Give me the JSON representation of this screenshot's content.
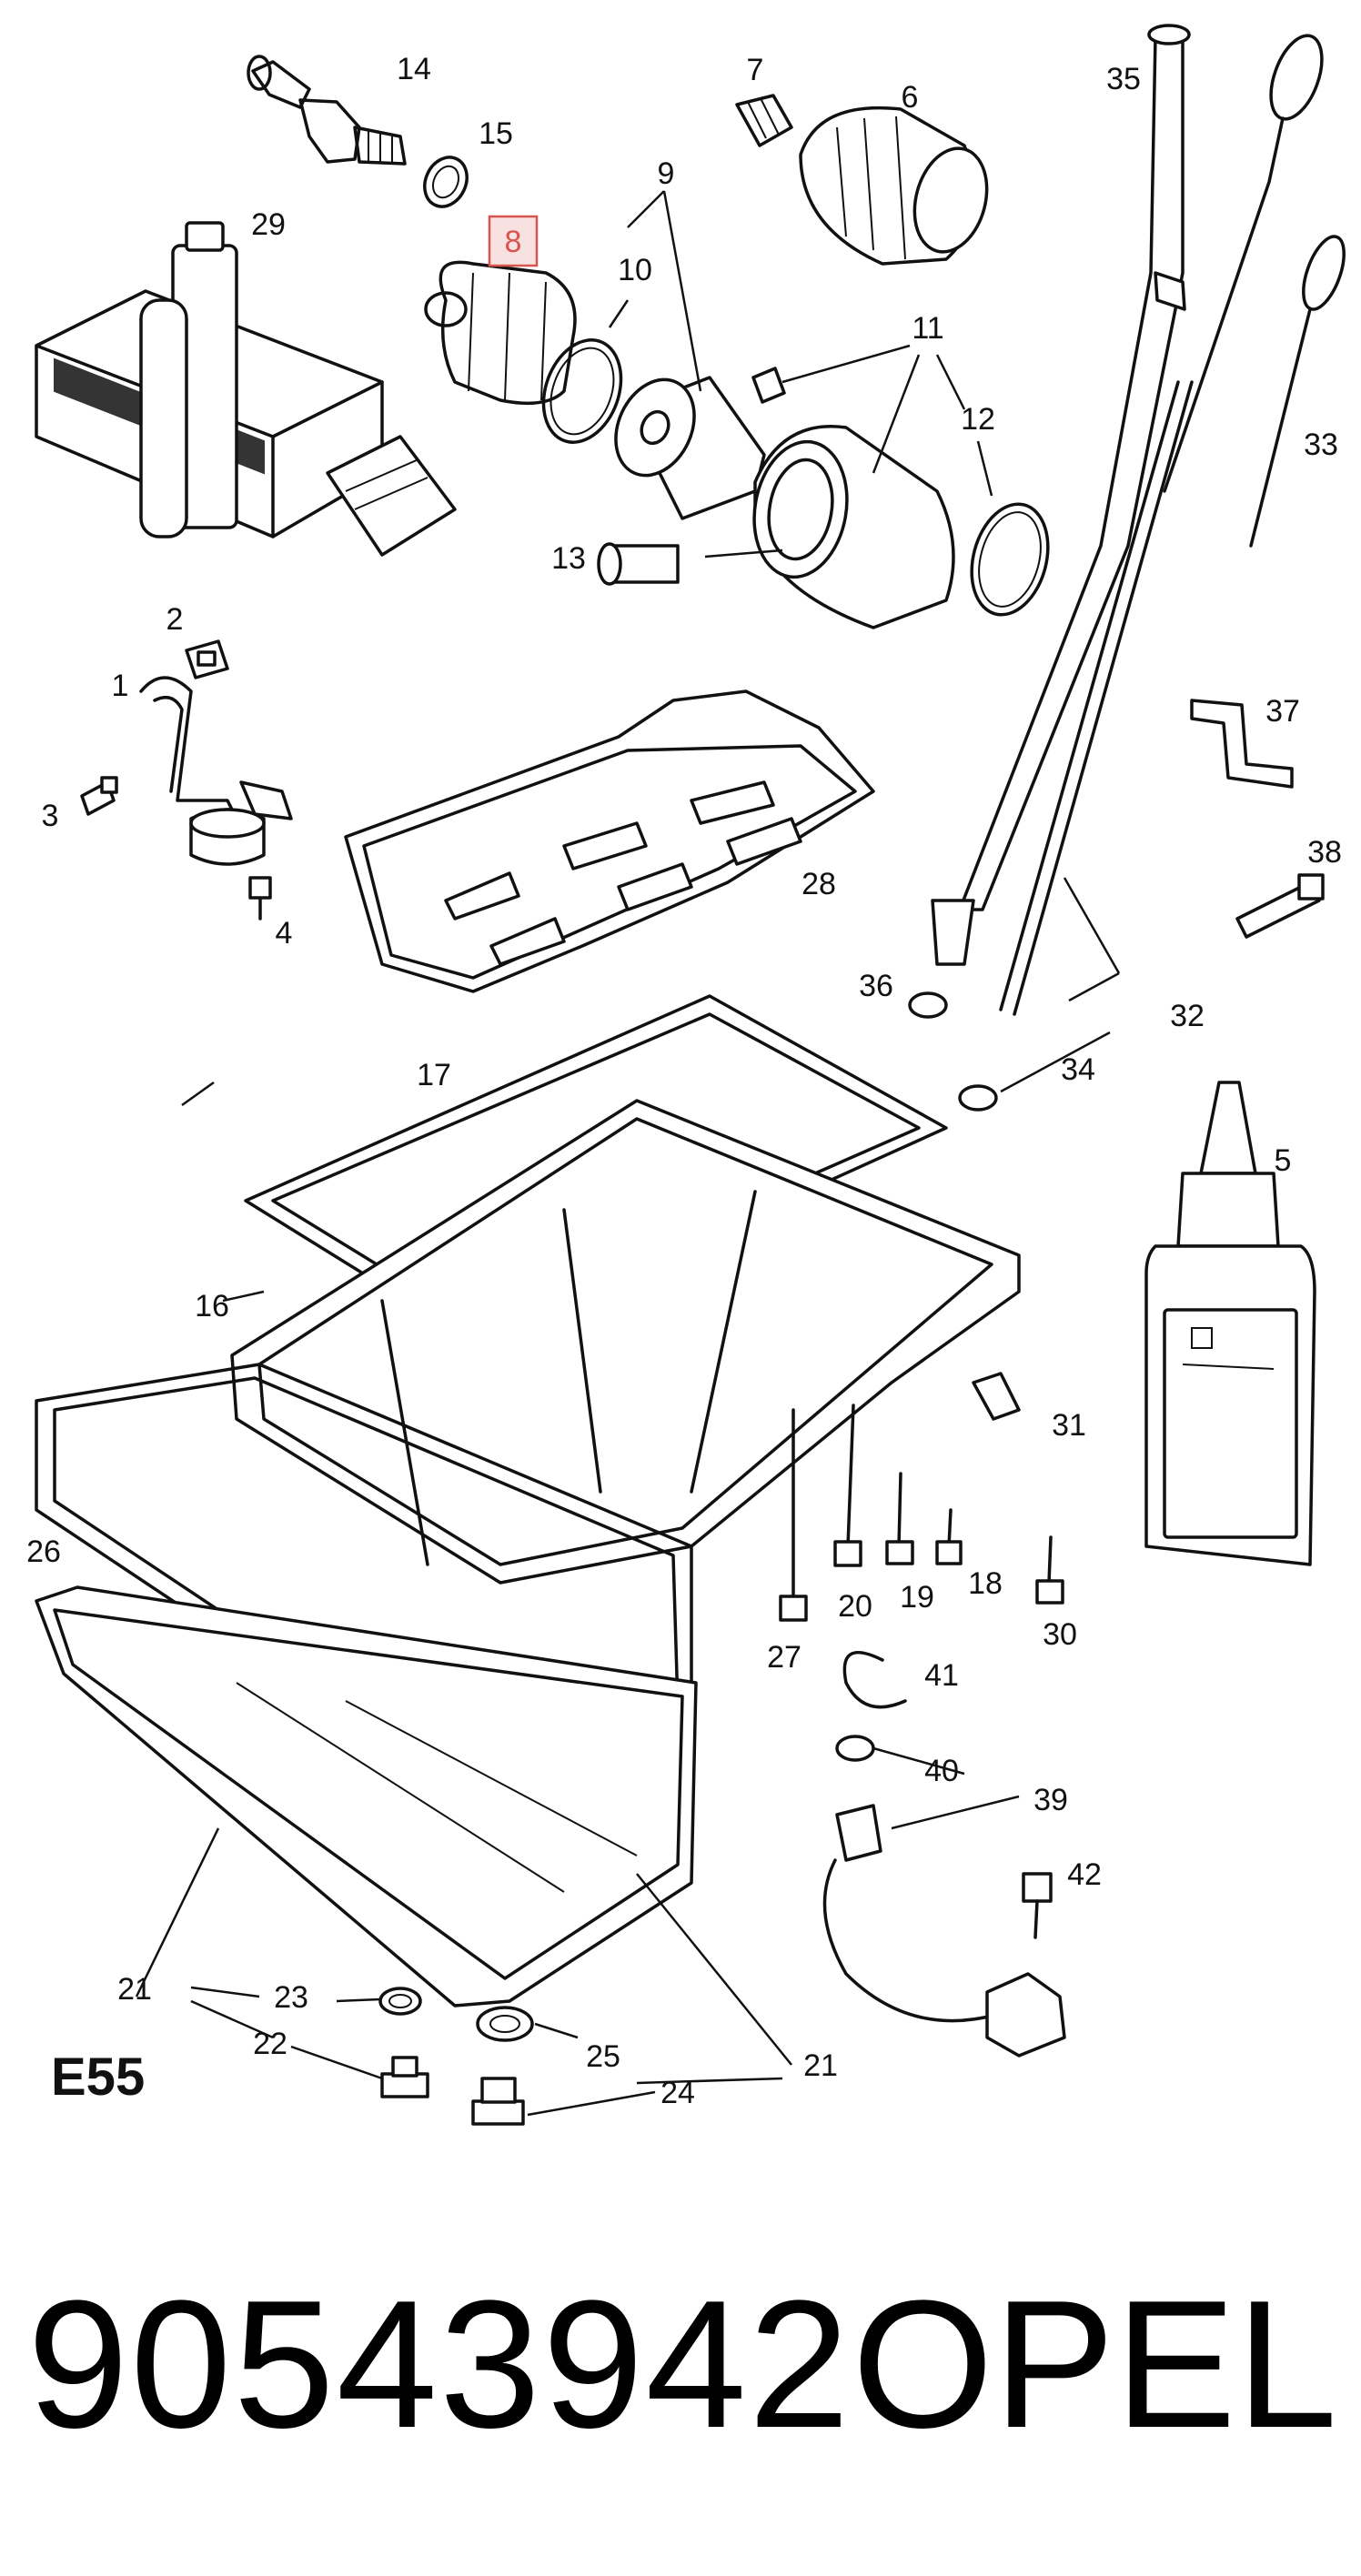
{
  "diagram": {
    "code": "E55",
    "highlighted_callout": "8",
    "highlight_color": "#d9534f",
    "callouts": {
      "c1": "1",
      "c2": "2",
      "c3": "3",
      "c4": "4",
      "c5": "5",
      "c6": "6",
      "c7": "7",
      "c8": "8",
      "c9": "9",
      "c10": "10",
      "c11": "11",
      "c12": "12",
      "c13": "13",
      "c14": "14",
      "c15": "15",
      "c16": "16",
      "c17": "17",
      "c18": "18",
      "c19": "19",
      "c20": "20",
      "c21a": "21",
      "c21b": "21",
      "c22": "22",
      "c23": "23",
      "c24": "24",
      "c25": "25",
      "c26": "26",
      "c27": "27",
      "c28": "28",
      "c29": "29",
      "c30": "30",
      "c31": "31",
      "c32": "32",
      "c33": "33",
      "c34": "34",
      "c35": "35",
      "c36": "36",
      "c37": "37",
      "c38": "38",
      "c39": "39",
      "c40": "40",
      "c41": "41",
      "c42": "42"
    }
  },
  "footer": {
    "part_number": "90543942",
    "brand": "OPEL"
  }
}
